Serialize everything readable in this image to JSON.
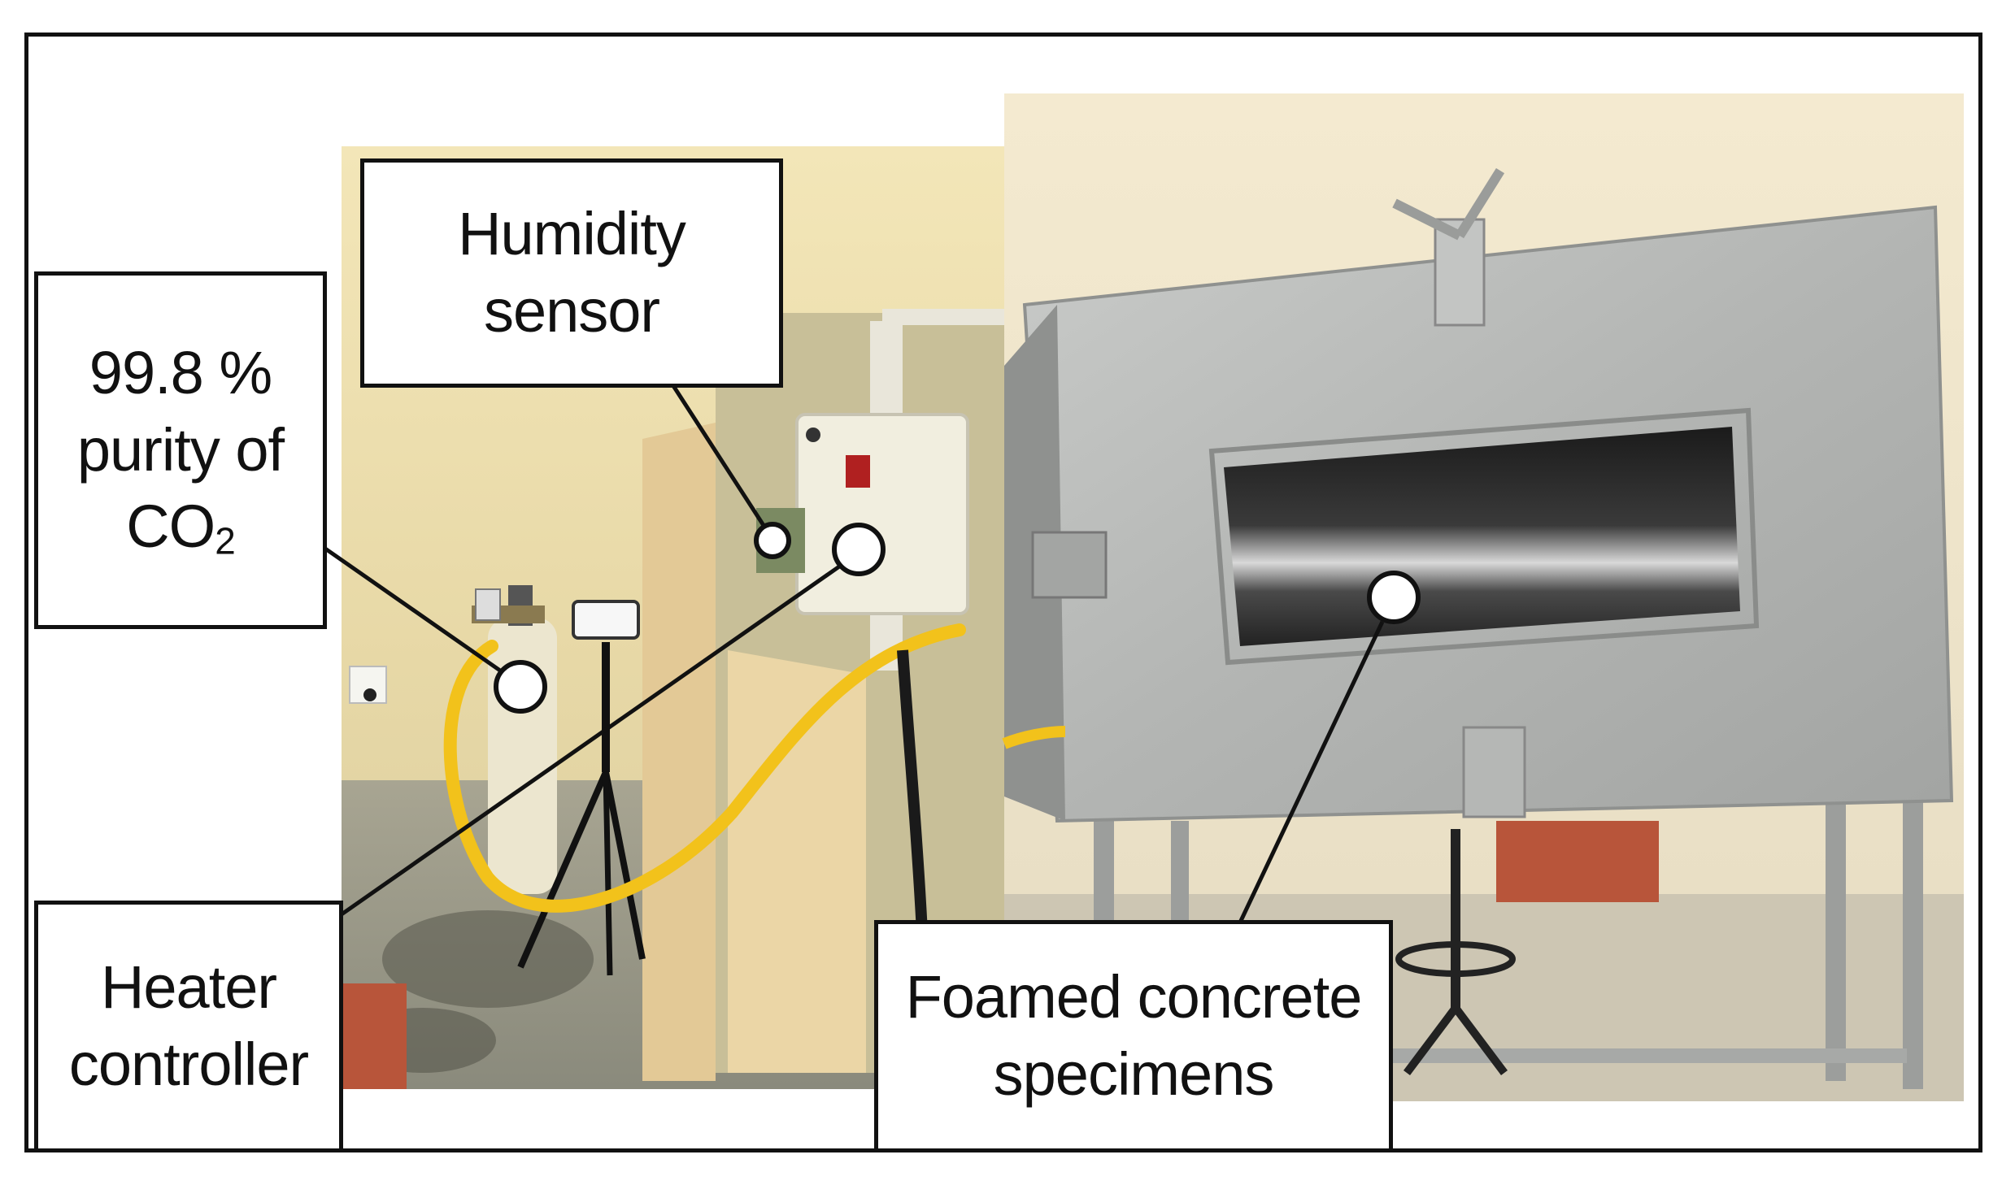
{
  "labels": {
    "co2": {
      "line1": "99.8 %",
      "line2": "purity of",
      "line3_main": "CO",
      "line3_sub": "2"
    },
    "humidity": {
      "line1": "Humidity",
      "line2": "sensor"
    },
    "heater": {
      "line1": "Heater",
      "line2": "controller"
    },
    "foamed": {
      "line1": "Foamed concrete",
      "line2": "specimens"
    }
  },
  "colors": {
    "wall": "#e8d9a6",
    "floor": "#9a9a8a",
    "hose": "#f2c21b",
    "steel": "#b5b7b5",
    "window": "#2a2a2a",
    "controller_box": "#f1eedf",
    "brick": "#b8553a"
  }
}
